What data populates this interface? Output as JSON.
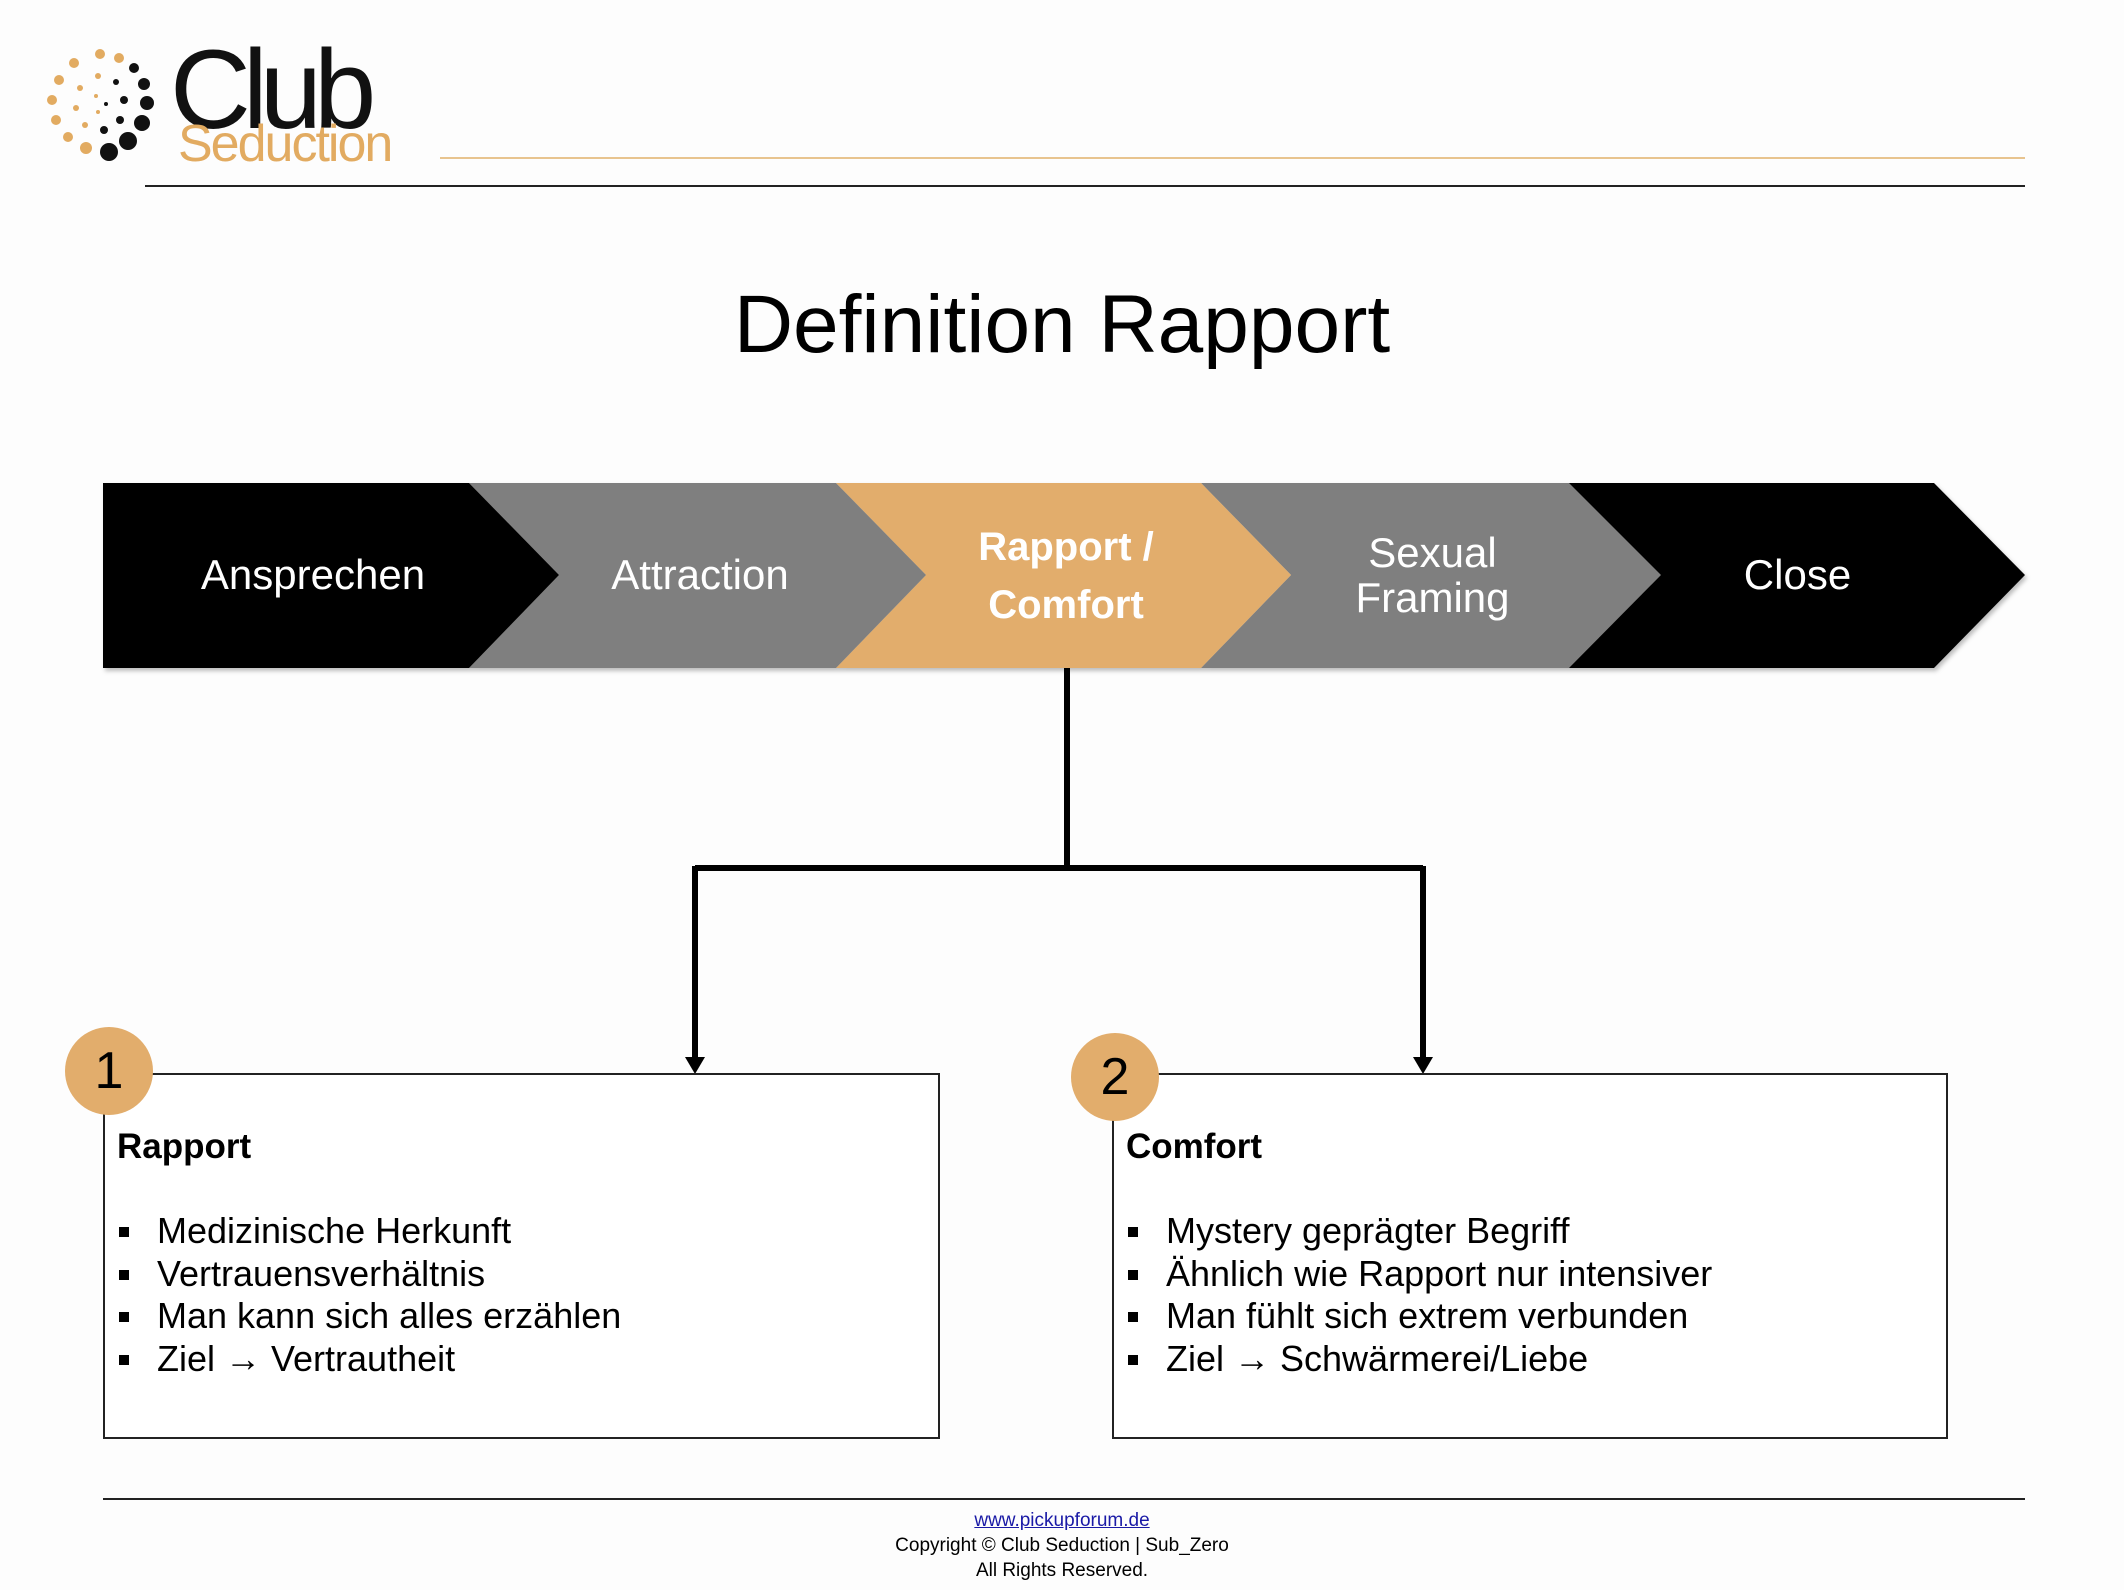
{
  "logo": {
    "word1": "Club",
    "word2": "Seduction"
  },
  "title": "Definition Rapport",
  "flow": [
    {
      "label": "Ansprechen"
    },
    {
      "label": "Attraction"
    },
    {
      "label": "Rapport /",
      "label2": "Comfort"
    },
    {
      "label": "Sexual",
      "label2": "Framing"
    },
    {
      "label": "Close"
    }
  ],
  "cards": [
    {
      "number": "1",
      "heading": "Rapport",
      "items": [
        "Medizinische Herkunft",
        "Vertrauensverhältnis",
        "Man kann sich alles erzählen",
        "Ziel → Vertrautheit"
      ]
    },
    {
      "number": "2",
      "heading": "Comfort",
      "items": [
        "Mystery geprägter Begriff",
        "Ähnlich wie Rapport nur intensiver",
        "Man fühlt sich extrem verbunden",
        "Ziel → Schwärmerei/Liebe"
      ]
    }
  ],
  "footer": {
    "link": "www.pickupforum.de ",
    "copyright": "Copyright © Club Seduction | Sub_Zero",
    "rights": "All Rights Reserved."
  },
  "colors": {
    "black": "#000000",
    "gray": "#7f7f7f",
    "gold": "#e2ad6c"
  }
}
